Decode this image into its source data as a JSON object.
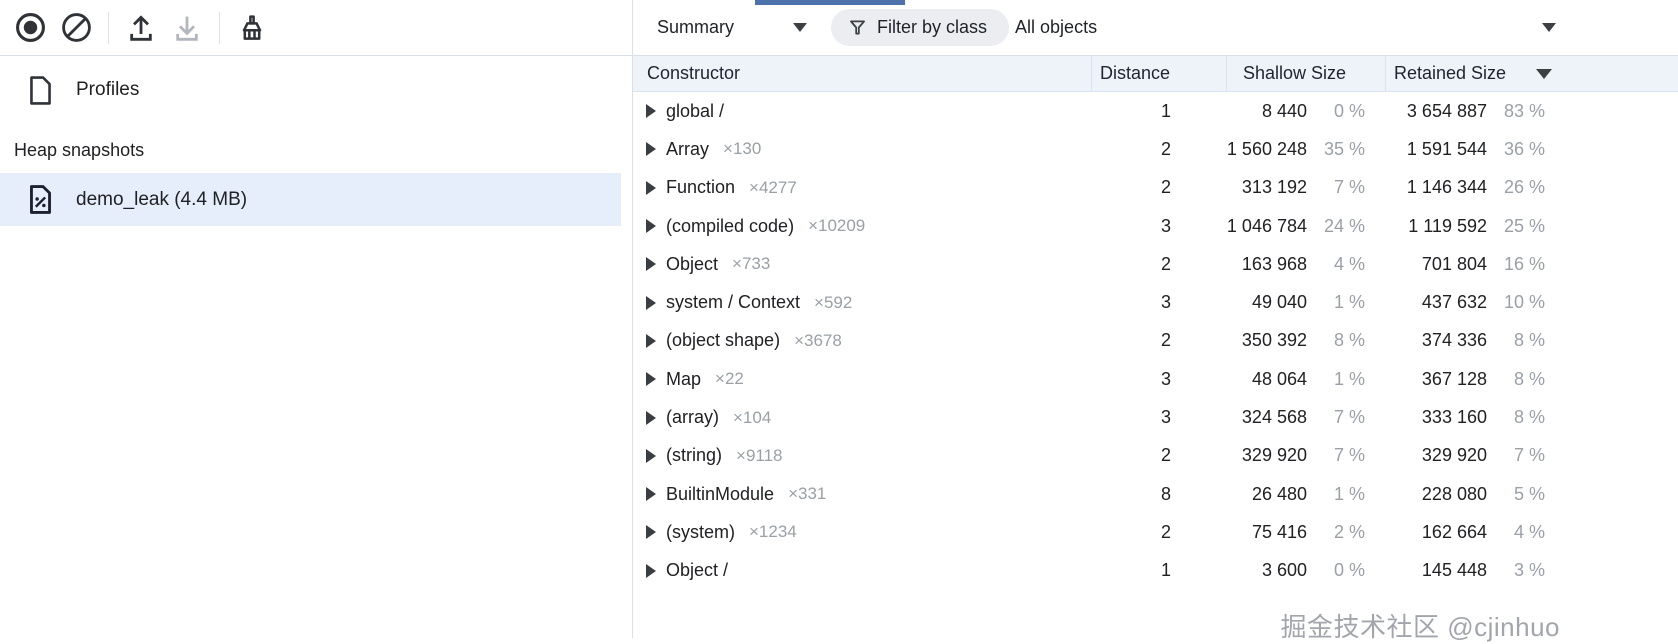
{
  "colors": {
    "tab_indicator": "#4d72ab",
    "header_bg": "#eef2f9",
    "grid_line": "#d9e4f3",
    "selected_item_bg": "#e6edfb",
    "muted_text": "#9aa0a6",
    "filter_pill_bg": "#ebedf1"
  },
  "toolbar": {
    "icons": {
      "record": "record-icon",
      "clear": "clear-icon",
      "load": "load-profile-icon",
      "save": "save-profile-icon",
      "collect_garbage": "collect-garbage-icon"
    },
    "summary_label": "Summary",
    "filter_placeholder": "Filter by class",
    "all_objects_label": "All objects"
  },
  "sidebar": {
    "profiles_label": "Profiles",
    "section_label": "Heap snapshots",
    "snapshot_label": "demo_leak (4.4 MB)"
  },
  "table": {
    "columns": {
      "constructor": "Constructor",
      "distance": "Distance",
      "shallow": "Shallow Size",
      "retained": "Retained Size"
    },
    "sort": {
      "column": "Retained Size",
      "direction": "desc"
    },
    "rows": [
      {
        "name": "global /",
        "count": "",
        "distance": "1",
        "shallow": "8 440",
        "shallow_pct": "0 %",
        "retained": "3 654 887",
        "retained_pct": "83 %"
      },
      {
        "name": "Array",
        "count": "×130",
        "distance": "2",
        "shallow": "1 560 248",
        "shallow_pct": "35 %",
        "retained": "1 591 544",
        "retained_pct": "36 %"
      },
      {
        "name": "Function",
        "count": "×4277",
        "distance": "2",
        "shallow": "313 192",
        "shallow_pct": "7 %",
        "retained": "1 146 344",
        "retained_pct": "26 %"
      },
      {
        "name": "(compiled code)",
        "count": "×10209",
        "distance": "3",
        "shallow": "1 046 784",
        "shallow_pct": "24 %",
        "retained": "1 119 592",
        "retained_pct": "25 %"
      },
      {
        "name": "Object",
        "count": "×733",
        "distance": "2",
        "shallow": "163 968",
        "shallow_pct": "4 %",
        "retained": "701 804",
        "retained_pct": "16 %"
      },
      {
        "name": "system / Context",
        "count": "×592",
        "distance": "3",
        "shallow": "49 040",
        "shallow_pct": "1 %",
        "retained": "437 632",
        "retained_pct": "10 %"
      },
      {
        "name": "(object shape)",
        "count": "×3678",
        "distance": "2",
        "shallow": "350 392",
        "shallow_pct": "8 %",
        "retained": "374 336",
        "retained_pct": "8 %"
      },
      {
        "name": "Map",
        "count": "×22",
        "distance": "3",
        "shallow": "48 064",
        "shallow_pct": "1 %",
        "retained": "367 128",
        "retained_pct": "8 %"
      },
      {
        "name": "(array)",
        "count": "×104",
        "distance": "3",
        "shallow": "324 568",
        "shallow_pct": "7 %",
        "retained": "333 160",
        "retained_pct": "8 %"
      },
      {
        "name": "(string)",
        "count": "×9118",
        "distance": "2",
        "shallow": "329 920",
        "shallow_pct": "7 %",
        "retained": "329 920",
        "retained_pct": "7 %"
      },
      {
        "name": "BuiltinModule",
        "count": "×331",
        "distance": "8",
        "shallow": "26 480",
        "shallow_pct": "1 %",
        "retained": "228 080",
        "retained_pct": "5 %"
      },
      {
        "name": "(system)",
        "count": "×1234",
        "distance": "2",
        "shallow": "75 416",
        "shallow_pct": "2 %",
        "retained": "162 664",
        "retained_pct": "4 %"
      },
      {
        "name": "Object /",
        "count": "",
        "distance": "1",
        "shallow": "3 600",
        "shallow_pct": "0 %",
        "retained": "145 448",
        "retained_pct": "3 %"
      }
    ]
  },
  "watermark": "掘金技术社区 @cjinhuo"
}
